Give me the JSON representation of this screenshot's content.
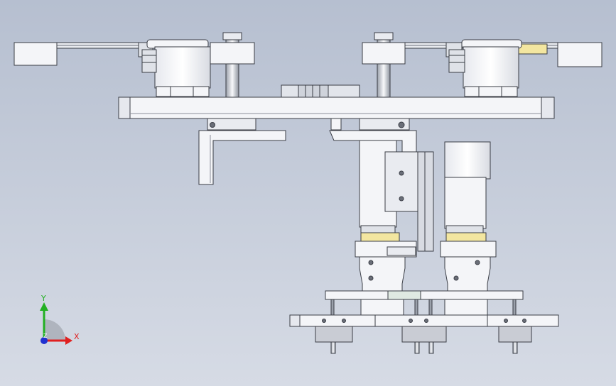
{
  "view": {
    "background_top": "#b6bfd0",
    "background_bottom": "#d6dbe5"
  },
  "triad": {
    "x_label": "X",
    "y_label": "Y",
    "z_label": "Z",
    "x_color": "#e02020",
    "y_color": "#22b022",
    "z_color": "#2030d0"
  },
  "model": {
    "part_fill": "#f4f5f8",
    "part_stroke": "#3a3d45",
    "shade_fill": "#c9ccd4",
    "accent_yellow": "#f3e6a0"
  }
}
